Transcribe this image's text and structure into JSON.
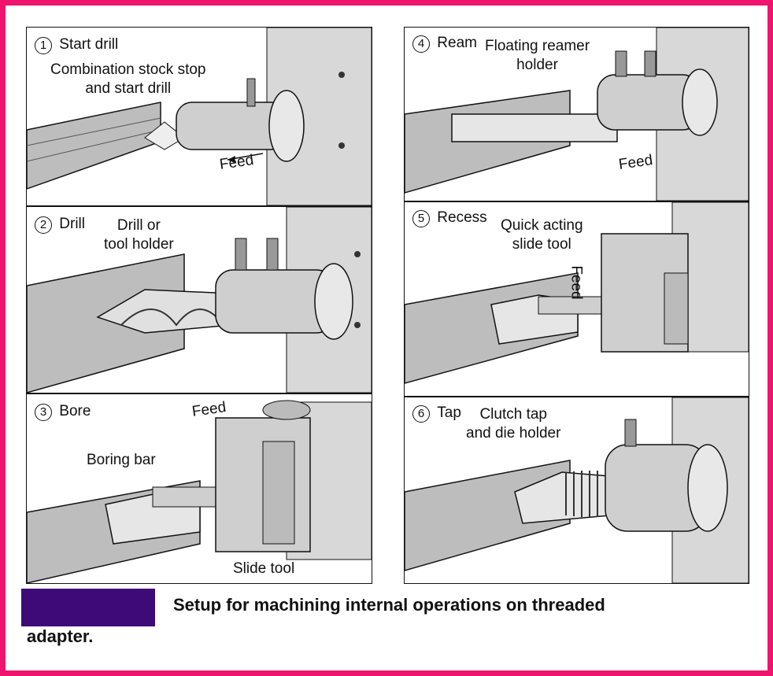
{
  "panels": [
    {
      "step": "1",
      "name": "Start drill",
      "tool": "Combination stock stop\nand start drill",
      "feed": "Feed"
    },
    {
      "step": "2",
      "name": "Drill",
      "tool": "Drill or\ntool holder"
    },
    {
      "step": "3",
      "name": "Bore",
      "tool": "Boring bar",
      "tool2": "Slide tool",
      "feed": "Feed"
    },
    {
      "step": "4",
      "name": "Ream",
      "tool": "Floating reamer\nholder",
      "feed": "Feed"
    },
    {
      "step": "5",
      "name": "Recess",
      "tool": "Quick acting\nslide tool",
      "feed": "Feed"
    },
    {
      "step": "6",
      "name": "Tap",
      "tool": "Clutch tap\nand die holder"
    }
  ],
  "caption": {
    "line1": "Setup for machining internal operations on threaded",
    "line2": "adapter."
  },
  "colors": {
    "border": "#f0146e",
    "caption_box": "#3d0a78"
  }
}
